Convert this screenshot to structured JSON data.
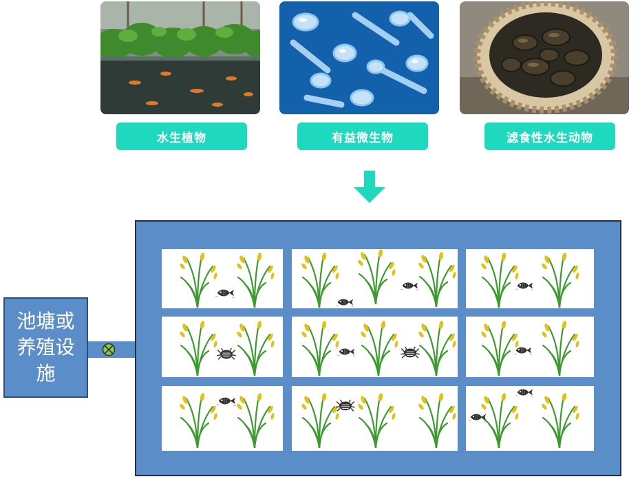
{
  "top_items": [
    {
      "label": "水生植物",
      "image": "aquatic-plants-pond-photo"
    },
    {
      "label": "有益微生物",
      "image": "microorganisms-illustration"
    },
    {
      "label": "滤食性水生动物",
      "image": "filter-feeding-mussels-basket-photo"
    }
  ],
  "facility": {
    "label": "池塘或养殖设施"
  },
  "colors": {
    "tag": "#1ed9bd",
    "pond": "#5b8ec9",
    "facility": "#5b8ec9",
    "valve": "#8ec55a",
    "rice": "#3c9a2e",
    "grain": "#e0c21c"
  }
}
